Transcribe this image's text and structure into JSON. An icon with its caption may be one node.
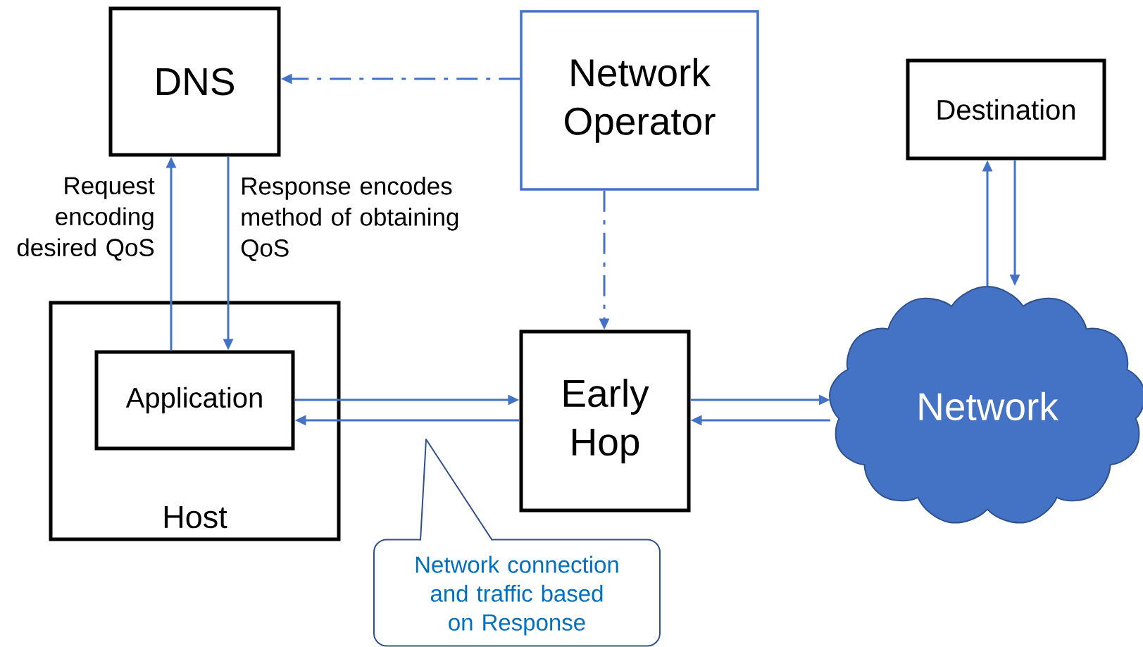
{
  "diagram": {
    "nodes": [
      {
        "text": [
          "DNS"
        ]
      },
      {
        "text": [
          "Network Operator"
        ]
      },
      {
        "text": [
          "Destination"
        ]
      },
      {
        "text": [
          "Host"
        ]
      },
      {
        "text": [
          "Application"
        ],
        "in": 3
      },
      {
        "text": [
          "Early Hop"
        ]
      },
      {
        "text": [
          "Network"
        ]
      },
      {
        "text": [
          "Network connection and traffic based on Response"
        ]
      }
    ],
    "edges": [
      {
        "from": 1,
        "to": 0,
        "arrow": "to",
        "style": "dashed"
      },
      {
        "from": 4,
        "to": 0,
        "arrow": "to",
        "label": "Request encoding desired QoS"
      },
      {
        "from": 0,
        "to": 4,
        "arrow": "to",
        "label": "Response encodes method of obtaining QoS"
      },
      {
        "from": 1,
        "to": 5,
        "arrow": "to",
        "style": "dashed"
      },
      {
        "from": 4,
        "to": 5,
        "arrow": "to"
      },
      {
        "from": 5,
        "to": 4,
        "arrow": "to"
      },
      {
        "from": 5,
        "to": 6,
        "arrow": "to"
      },
      {
        "from": 6,
        "to": 5,
        "arrow": "to"
      },
      {
        "from": 6,
        "to": 2,
        "arrow": "to"
      },
      {
        "from": 2,
        "to": 6,
        "arrow": "to"
      }
    ]
  }
}
